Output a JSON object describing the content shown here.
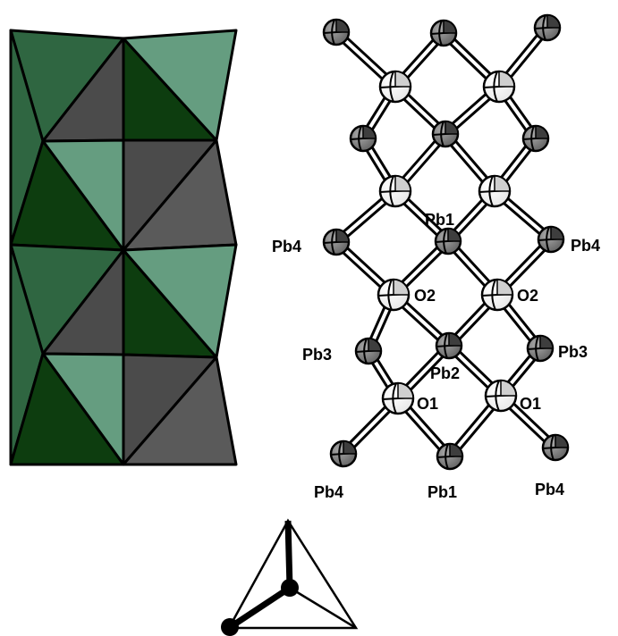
{
  "colors": {
    "dark_green": "#0d3d0f",
    "mid_green": "#2f6641",
    "light_green": "#659d80",
    "dark_gray": "#4b4b4b",
    "mid_gray": "#5a5a5a",
    "edge": "#000000",
    "atom_gray": "#808080",
    "atom_white": "#ffffff"
  },
  "labels": {
    "pb1_top": "Pb1",
    "pb4_left": "Pb4",
    "pb4_right": "Pb4",
    "o2_left": "O2",
    "o2_right": "O2",
    "pb3_left": "Pb3",
    "pb3_right": "Pb3",
    "pb2": "Pb2",
    "o1_left": "O1",
    "o1_right": "O1",
    "pb4_bottom_left": "Pb4",
    "pb1_bottom": "Pb1",
    "pb4_bottom_right": "Pb4"
  }
}
